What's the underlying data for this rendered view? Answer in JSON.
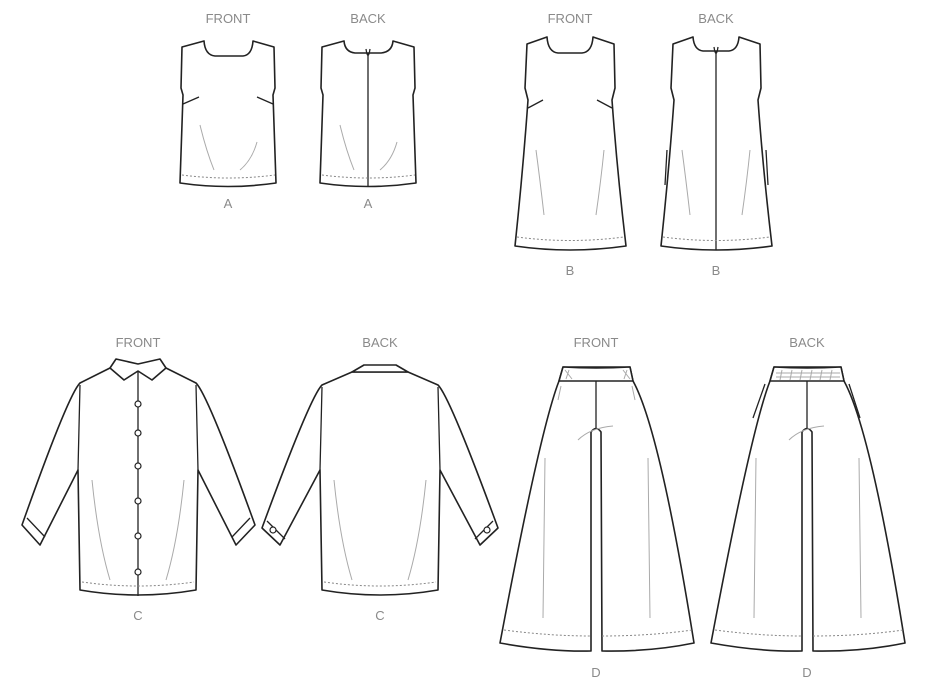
{
  "views": {
    "a_front": {
      "view": "FRONT",
      "view_label": "A"
    },
    "a_back": {
      "view": "BACK",
      "view_label": "A"
    },
    "b_front": {
      "view": "FRONT",
      "view_label": "B"
    },
    "b_back": {
      "view": "BACK",
      "view_label": "B"
    },
    "c_front": {
      "view": "FRONT",
      "view_label": "C"
    },
    "c_back": {
      "view": "BACK",
      "view_label": "C"
    },
    "d_front": {
      "view": "FRONT",
      "view_label": "D"
    },
    "d_back": {
      "view": "BACK",
      "view_label": "D"
    }
  }
}
